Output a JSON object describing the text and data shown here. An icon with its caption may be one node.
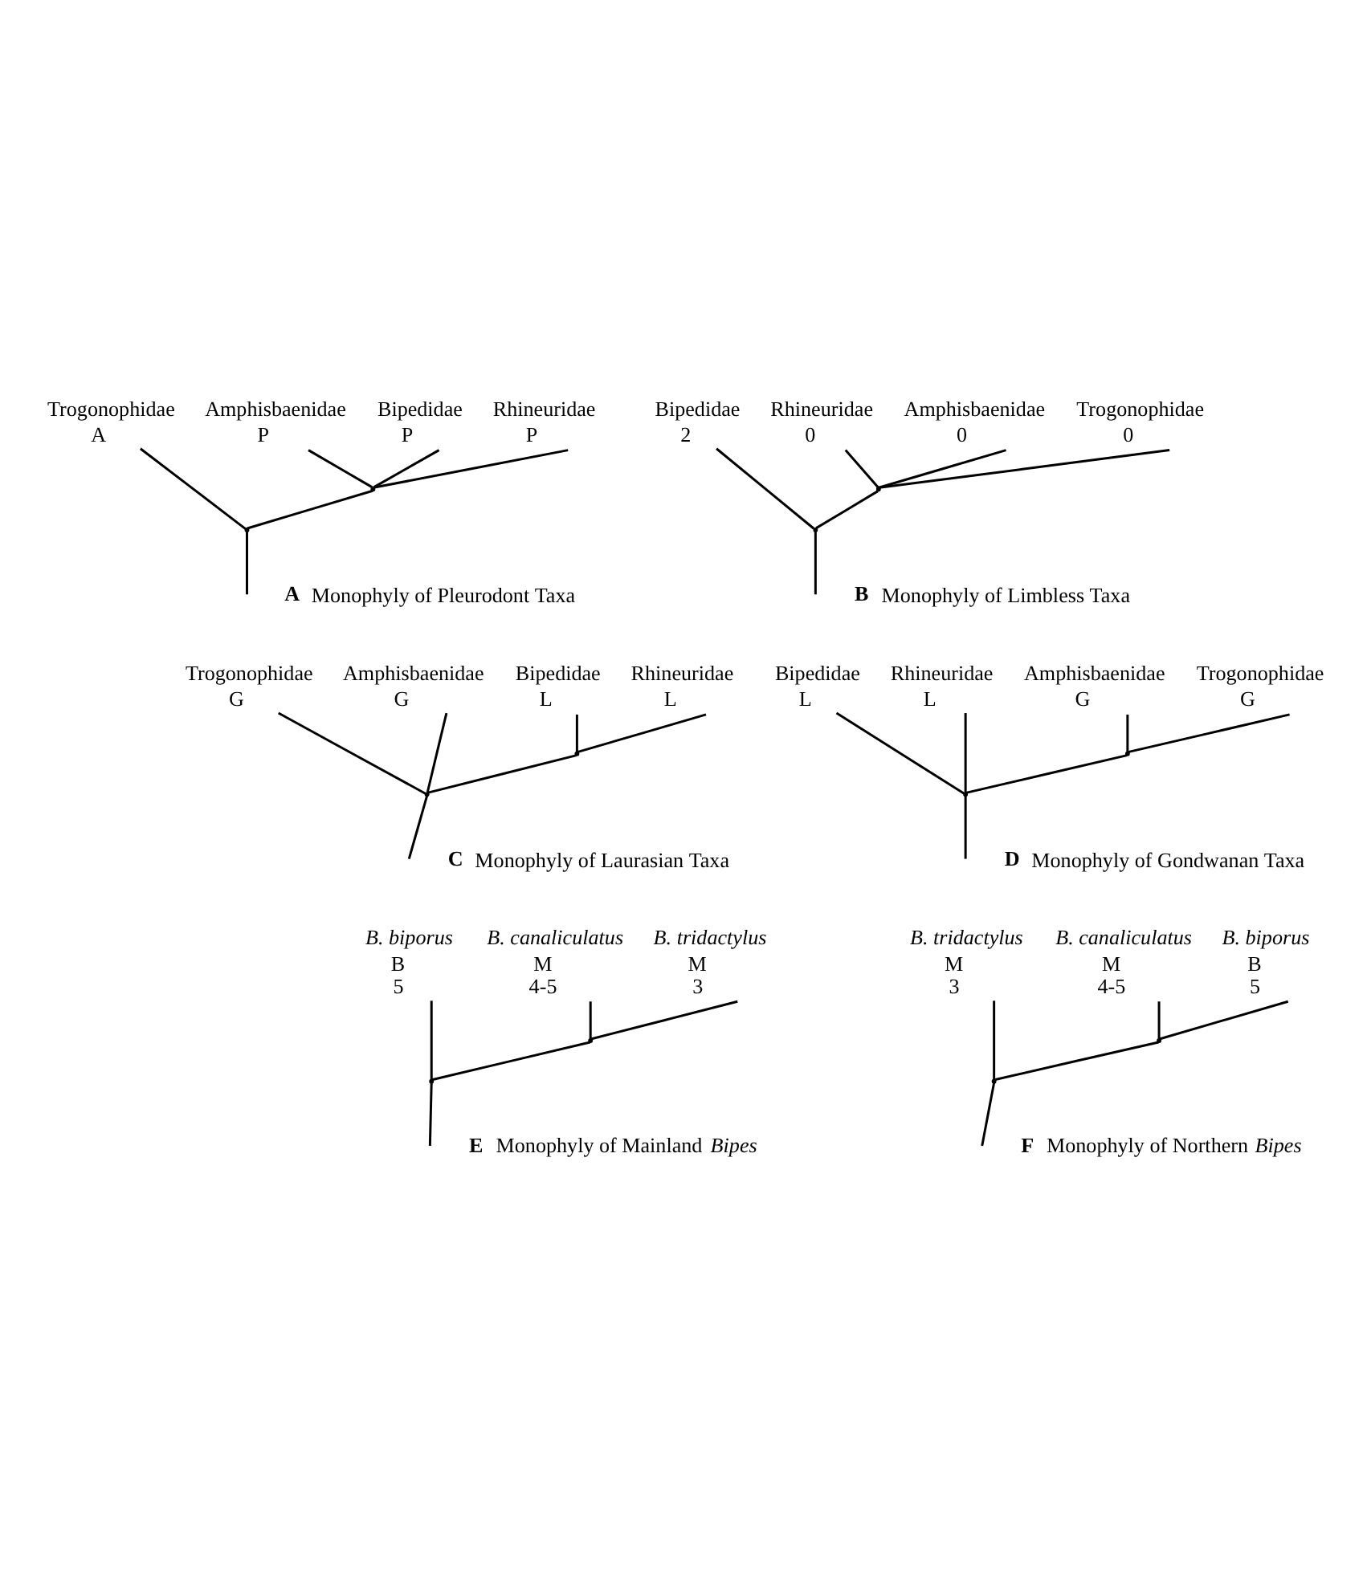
{
  "diagram": {
    "nodes": [
      {
        "text": [
          "Trogonophidae"
        ],
        "beside": [
          "A"
        ]
      },
      {
        "text": [
          "Amphisbaenidae"
        ],
        "beside": [
          "P"
        ]
      },
      {
        "text": [
          "Bipedidae"
        ],
        "beside": [
          "P"
        ]
      },
      {
        "text": [
          "Rhineuridae"
        ],
        "beside": [
          "P"
        ]
      },
      {
        "text": [],
        "shape": "point"
      },
      {
        "text": [],
        "shape": "point"
      },
      {
        "text": [
          "Bipedidae"
        ],
        "beside": [
          "2"
        ]
      },
      {
        "text": [
          "Rhineuridae"
        ],
        "beside": [
          "0"
        ]
      },
      {
        "text": [
          "Amphisbaenidae"
        ],
        "beside": [
          "0"
        ]
      },
      {
        "text": [
          "Trogonophidae"
        ],
        "beside": [
          "0"
        ]
      },
      {
        "text": [],
        "shape": "point"
      },
      {
        "text": [],
        "shape": "point"
      },
      {
        "text": [
          "Trogonophidae"
        ],
        "beside": [
          "G"
        ]
      },
      {
        "text": [
          "Amphisbaenidae"
        ],
        "beside": [
          "G"
        ]
      },
      {
        "text": [
          "Bipedidae"
        ],
        "beside": [
          "L"
        ]
      },
      {
        "text": [
          "Rhineuridae"
        ],
        "beside": [
          "L"
        ]
      },
      {
        "text": [],
        "shape": "point"
      },
      {
        "text": [],
        "shape": "point"
      },
      {
        "text": [
          "Bipedidae"
        ],
        "beside": [
          "L"
        ]
      },
      {
        "text": [
          "Rhineuridae"
        ],
        "beside": [
          "L"
        ]
      },
      {
        "text": [
          "Amphisbaenidae"
        ],
        "beside": [
          "G"
        ]
      },
      {
        "text": [
          "Trogonophidae"
        ],
        "beside": [
          "G"
        ]
      },
      {
        "text": [],
        "shape": "point"
      },
      {
        "text": [],
        "shape": "point"
      },
      {
        "text": [
          "B. biporus"
        ],
        "beside": [
          "B",
          "5"
        ]
      },
      {
        "text": [
          "B. canaliculatus"
        ],
        "beside": [
          "M",
          "4-5"
        ]
      },
      {
        "text": [
          "B. tridactylus"
        ],
        "beside": [
          "M",
          "3"
        ]
      },
      {
        "text": [],
        "shape": "point"
      },
      {
        "text": [],
        "shape": "point"
      },
      {
        "text": [
          "B. tridactylus"
        ],
        "beside": [
          "M",
          "3"
        ]
      },
      {
        "text": [
          "B. canaliculatus"
        ],
        "beside": [
          "M",
          "4-5"
        ]
      },
      {
        "text": [
          "B. biporus"
        ],
        "beside": [
          "B",
          "5"
        ]
      },
      {
        "text": [],
        "shape": "point"
      },
      {
        "text": [],
        "shape": "point"
      }
    ],
    "edges": [
      {
        "from": null,
        "to": 4,
        "arrow": "none"
      },
      {
        "from": 4,
        "to": 0,
        "arrow": "none"
      },
      {
        "from": 4,
        "to": 5,
        "arrow": "none"
      },
      {
        "from": 5,
        "to": 1,
        "arrow": "none"
      },
      {
        "from": 5,
        "to": 2,
        "arrow": "none"
      },
      {
        "from": 5,
        "to": 3,
        "arrow": "none"
      },
      {
        "from": null,
        "to": 10,
        "arrow": "none"
      },
      {
        "from": 10,
        "to": 6,
        "arrow": "none"
      },
      {
        "from": 10,
        "to": 11,
        "arrow": "none"
      },
      {
        "from": 11,
        "to": 7,
        "arrow": "none"
      },
      {
        "from": 11,
        "to": 8,
        "arrow": "none"
      },
      {
        "from": 11,
        "to": 9,
        "arrow": "none"
      },
      {
        "from": null,
        "to": 16,
        "arrow": "none"
      },
      {
        "from": 16,
        "to": 12,
        "arrow": "none"
      },
      {
        "from": 16,
        "to": 13,
        "arrow": "none"
      },
      {
        "from": 16,
        "to": 17,
        "arrow": "none"
      },
      {
        "from": 17,
        "to": 14,
        "arrow": "none"
      },
      {
        "from": 17,
        "to": 15,
        "arrow": "none"
      },
      {
        "from": null,
        "to": 22,
        "arrow": "none"
      },
      {
        "from": 22,
        "to": 18,
        "arrow": "none"
      },
      {
        "from": 22,
        "to": 19,
        "arrow": "none"
      },
      {
        "from": 22,
        "to": 23,
        "arrow": "none"
      },
      {
        "from": 23,
        "to": 20,
        "arrow": "none"
      },
      {
        "from": 23,
        "to": 21,
        "arrow": "none"
      },
      {
        "from": null,
        "to": 27,
        "arrow": "none"
      },
      {
        "from": 27,
        "to": 24,
        "arrow": "none"
      },
      {
        "from": 27,
        "to": 28,
        "arrow": "none"
      },
      {
        "from": 28,
        "to": 25,
        "arrow": "none"
      },
      {
        "from": 28,
        "to": 26,
        "arrow": "none"
      },
      {
        "from": null,
        "to": 32,
        "arrow": "none"
      },
      {
        "from": 32,
        "to": 29,
        "arrow": "none"
      },
      {
        "from": 32,
        "to": 33,
        "arrow": "none"
      },
      {
        "from": 33,
        "to": 30,
        "arrow": "none"
      },
      {
        "from": 33,
        "to": 31,
        "arrow": "none"
      }
    ],
    "labels": [
      "A",
      "Monophyly of Pleurodont Taxa",
      "B",
      "Monophyly of Limbless Taxa",
      "C",
      "Monophyly of Laurasian Taxa",
      "D",
      "Monophyly of Gondwanan Taxa",
      "E",
      "Monophyly of Mainland *Bipes*",
      "F",
      "Monophyly of Northern *Bipes*"
    ]
  }
}
